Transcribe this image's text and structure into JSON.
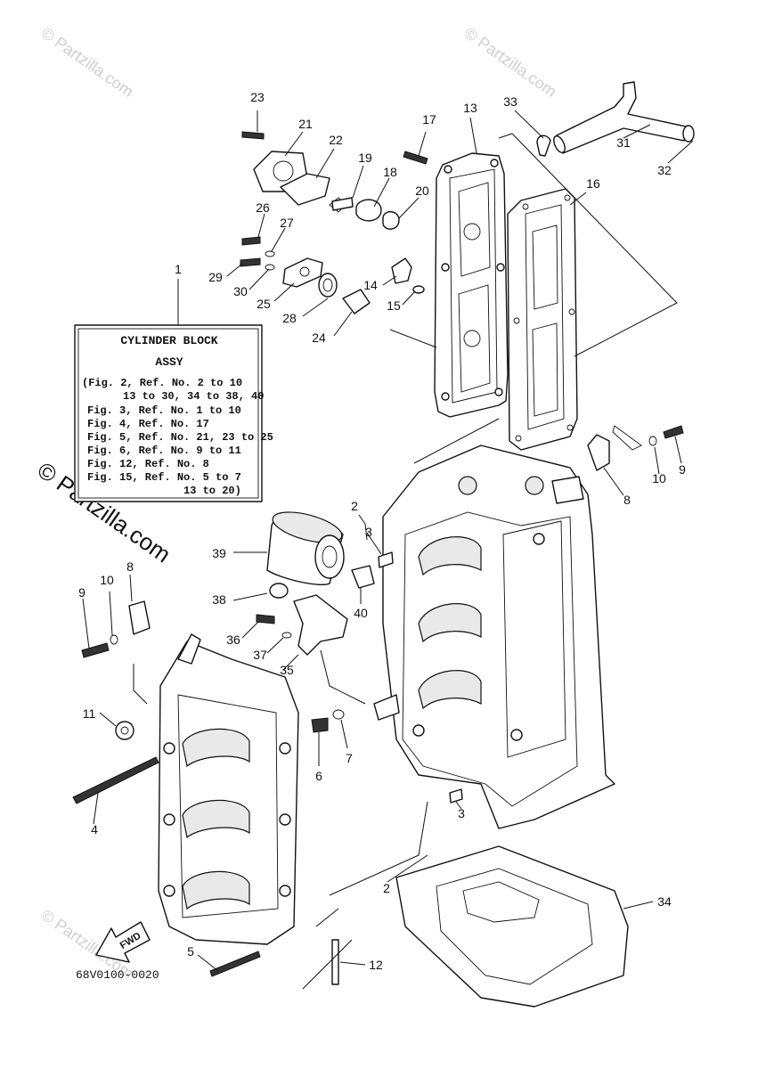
{
  "watermark": "© Partzilla.com",
  "watermark_large": "© Partzilla.com",
  "legend": {
    "title": "CYLINDER BLOCK",
    "subtitle": "ASSY",
    "lines": [
      "(Fig. 2, Ref. No. 2 to 10",
      "13 to 30, 34 to 38, 40",
      "Fig. 3, Ref. No. 1 to 10",
      "Fig. 4, Ref. No. 17",
      "Fig. 5, Ref. No. 21, 23 to 25",
      "Fig. 6, Ref. No. 9 to 11",
      "Fig. 12, Ref. No. 8",
      "Fig. 15, Ref. No. 5 to 7",
      "13 to 20)"
    ]
  },
  "fwd_label": "FWD",
  "diagram_code": "68V0100-0020",
  "callouts": [
    "1",
    "2",
    "2",
    "3",
    "3",
    "4",
    "5",
    "6",
    "7",
    "8",
    "8",
    "9",
    "9",
    "10",
    "10",
    "11",
    "12",
    "13",
    "14",
    "15",
    "16",
    "17",
    "18",
    "19",
    "20",
    "21",
    "22",
    "23",
    "24",
    "25",
    "26",
    "27",
    "28",
    "29",
    "30",
    "31",
    "32",
    "33",
    "34",
    "35",
    "36",
    "37",
    "38",
    "39",
    "40"
  ]
}
